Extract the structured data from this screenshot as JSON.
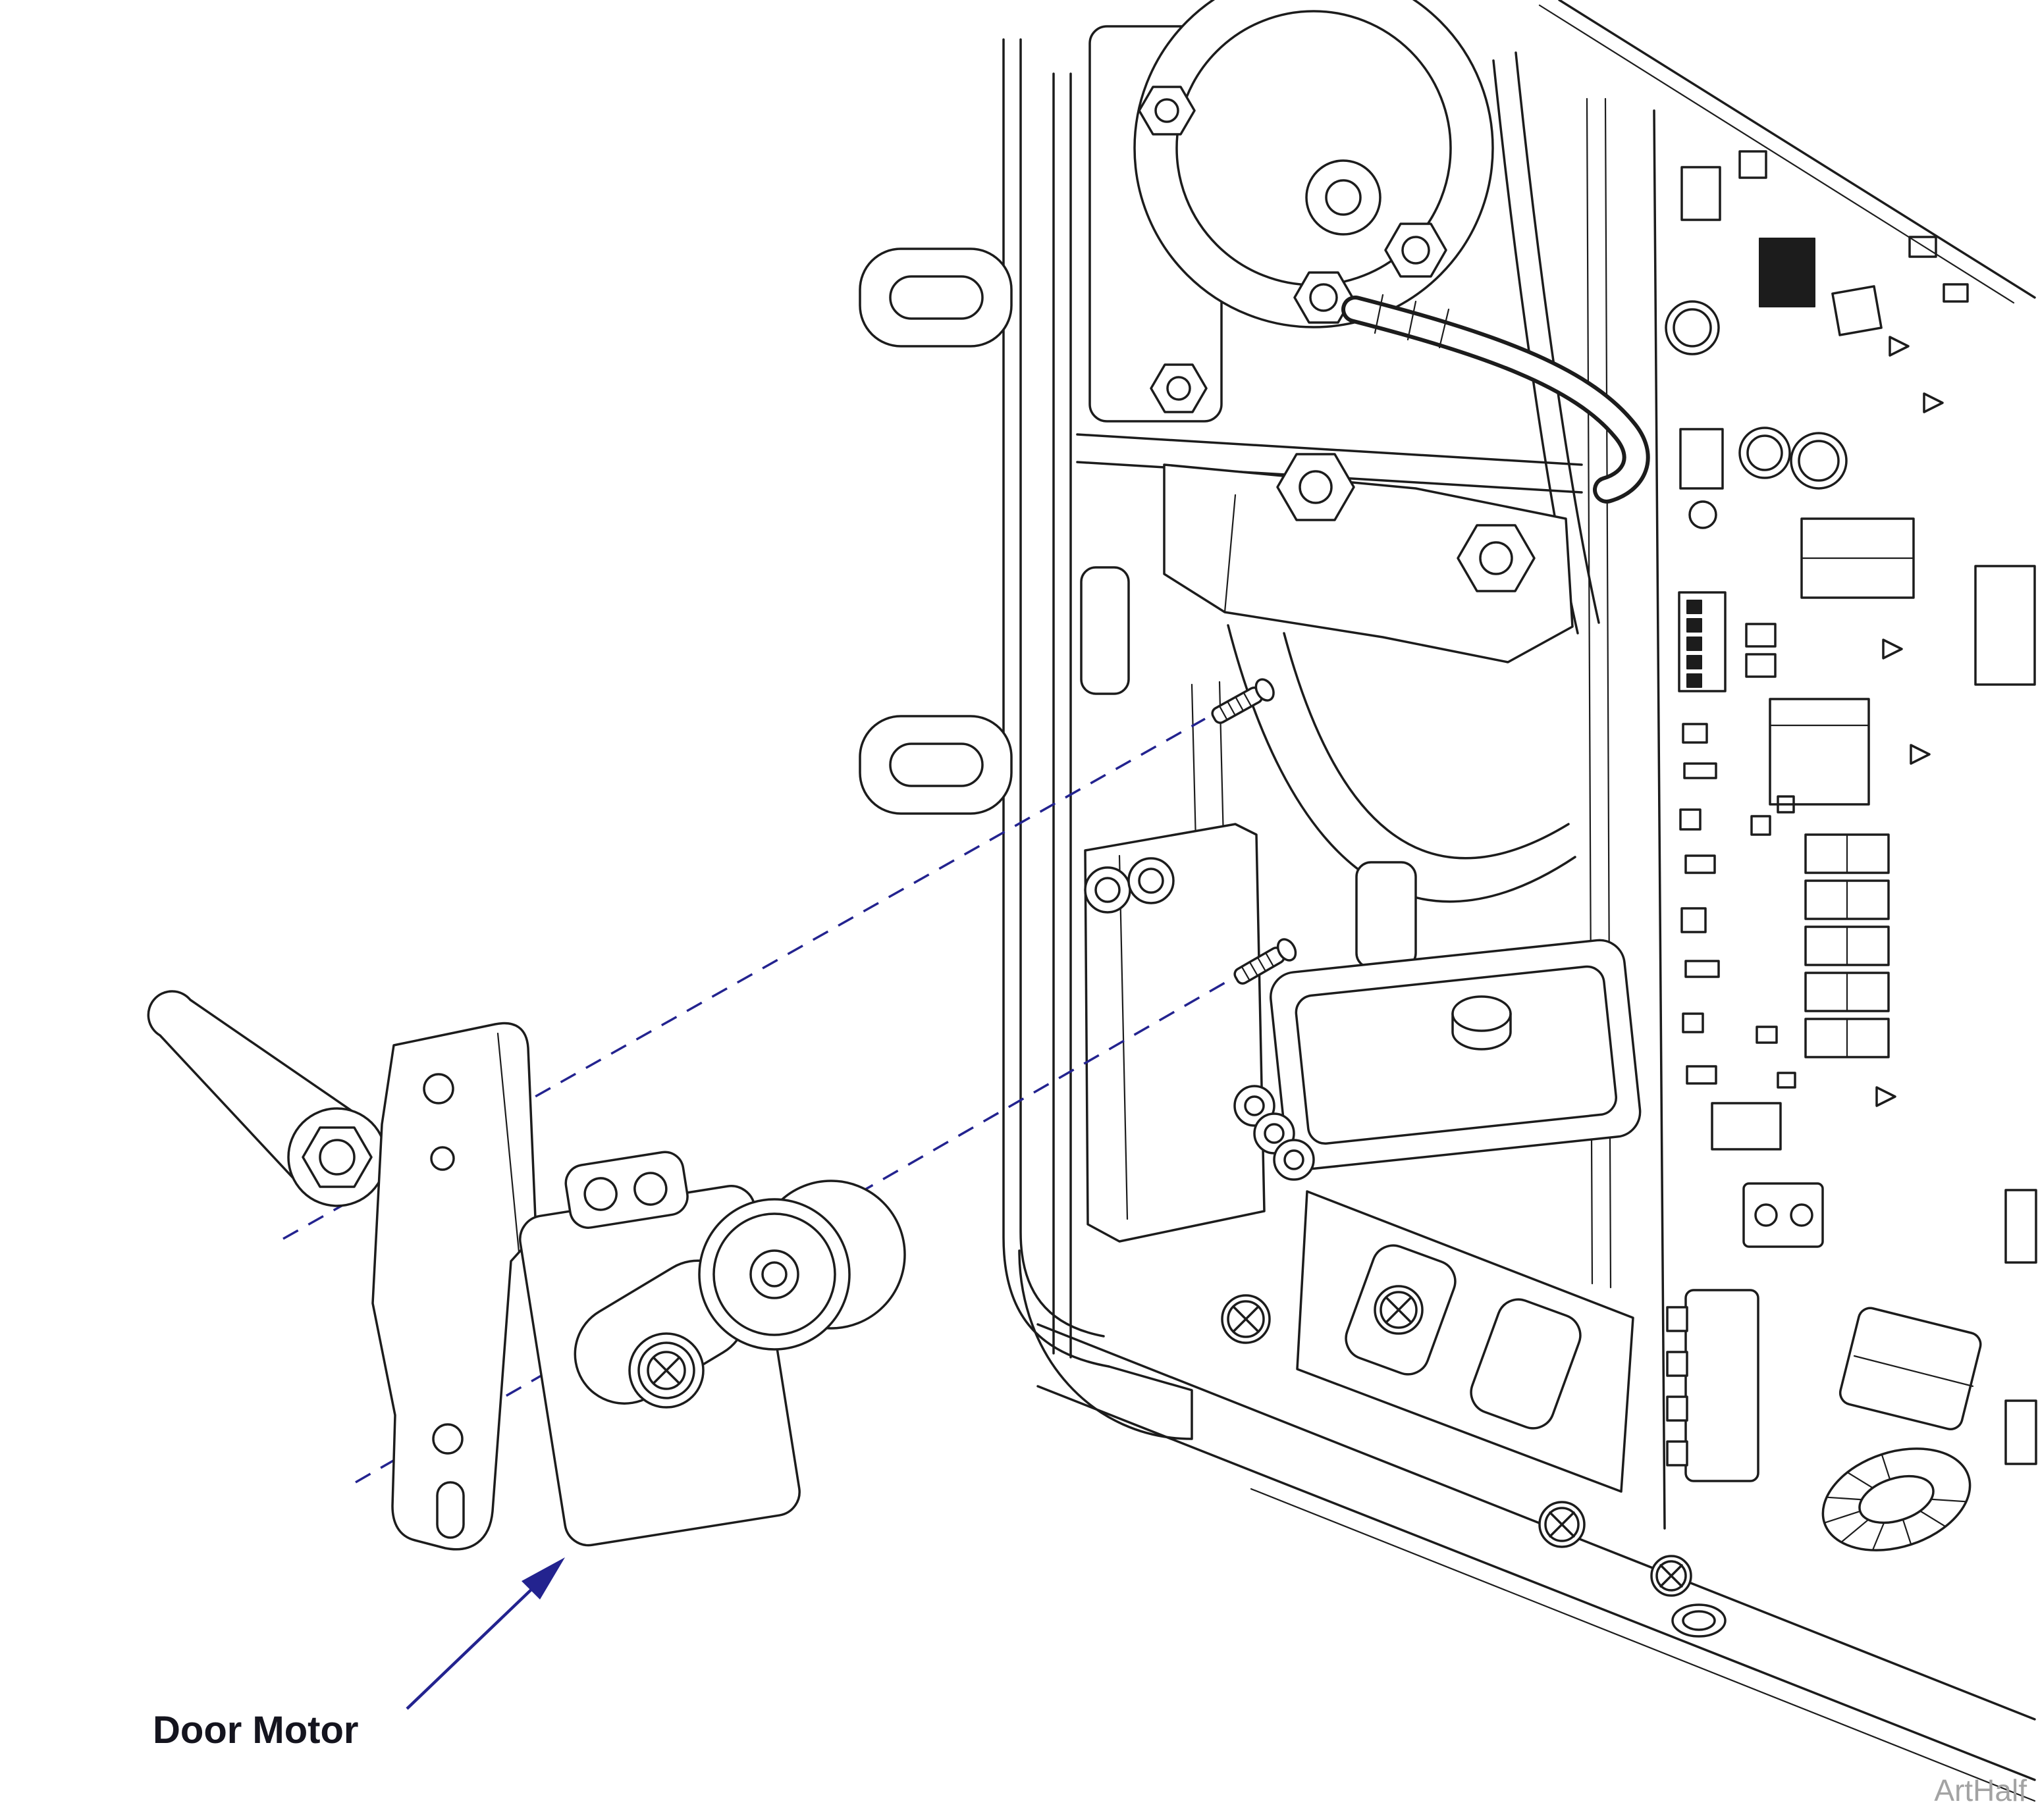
{
  "labels": {
    "door_motor": "Door Motor"
  },
  "watermark": {
    "text": "ArtHalf"
  },
  "colors": {
    "line": "#1c1c1c",
    "accent": "#23238f",
    "watermark": "#a3a3a3",
    "background": "#ffffff"
  },
  "diagram": {
    "type": "exploded-assembly-illustration",
    "callouts": [
      {
        "label": "Door Motor",
        "style": "arrow"
      }
    ]
  }
}
